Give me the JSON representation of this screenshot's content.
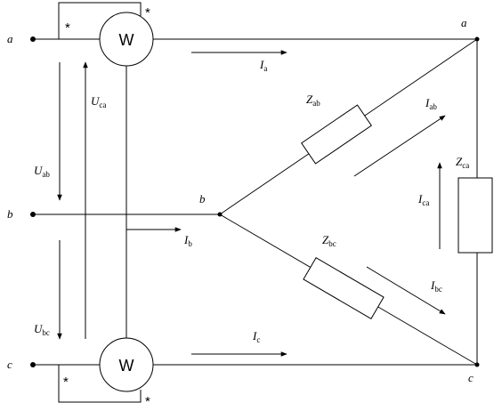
{
  "terminals": {
    "left_a": "a",
    "left_b": "b",
    "left_c": "c",
    "node_a": "a",
    "node_b": "b",
    "node_c": "c"
  },
  "wattmeters": {
    "top": "W",
    "bottom": "W",
    "marker": "*"
  },
  "currents": {
    "Ia": {
      "main": "I",
      "sub": "a"
    },
    "Ib": {
      "main": "I",
      "sub": "b"
    },
    "Ic": {
      "main": "I",
      "sub": "c"
    },
    "Iab": {
      "main": "I",
      "sub": "ab"
    },
    "Ibc": {
      "main": "I",
      "sub": "bc"
    },
    "Ica": {
      "main": "I",
      "sub": "ca"
    }
  },
  "voltages": {
    "Uab": {
      "main": "U",
      "sub": "ab"
    },
    "Ubc": {
      "main": "U",
      "sub": "bc"
    },
    "Uca": {
      "main": "U",
      "sub": "ca"
    }
  },
  "impedances": {
    "Zab": {
      "main": "Z",
      "sub": "ab"
    },
    "Zbc": {
      "main": "Z",
      "sub": "bc"
    },
    "Zca": {
      "main": "Z",
      "sub": "ca"
    }
  }
}
